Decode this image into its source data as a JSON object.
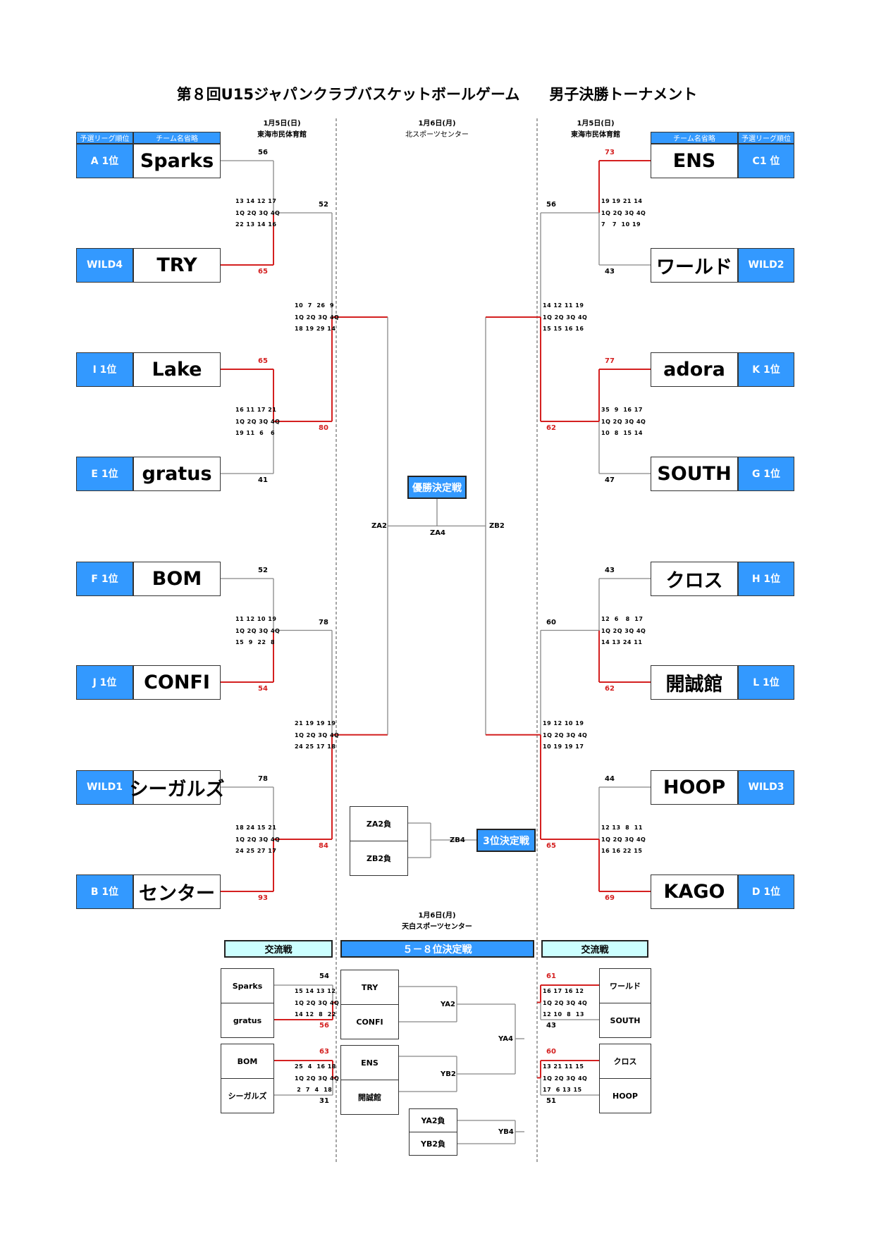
{
  "title": "第８回U15ジャパンクラブバスケットボールゲーム　　男子決勝トーナメント",
  "venues": {
    "left": {
      "date": "1月5日(日)",
      "place": "東海市民体育館"
    },
    "center": {
      "date": "1月6日(月)",
      "place": "北スポーツセンター"
    },
    "right": {
      "date": "1月5日(日)",
      "place": "東海市民体育館"
    },
    "bottom": {
      "date": "1月6日(月)",
      "place": "天白スポーツセンター"
    }
  },
  "column_headers": {
    "rank": "予選リーグ順位",
    "team": "チーム名省略"
  },
  "quarter_labels": "1Q 2Q 3Q 4Q",
  "left_teams": [
    {
      "rank": "A 1位",
      "name": "Sparks"
    },
    {
      "rank": "WILD4",
      "name": "TRY"
    },
    {
      "rank": "I 1位",
      "name": "Lake"
    },
    {
      "rank": "E 1位",
      "name": "gratus"
    },
    {
      "rank": "F 1位",
      "name": "BOM"
    },
    {
      "rank": "J 1位",
      "name": "CONFI"
    },
    {
      "rank": "WILD1",
      "name": "シーガルズ"
    },
    {
      "rank": "B 1位",
      "name": "センター"
    }
  ],
  "right_teams": [
    {
      "rank": "C1 位",
      "name": "ENS"
    },
    {
      "rank": "WILD2",
      "name": "ワールド"
    },
    {
      "rank": "K 1位",
      "name": "adora"
    },
    {
      "rank": "G 1位",
      "name": "SOUTH"
    },
    {
      "rank": "H 1位",
      "name": "クロス"
    },
    {
      "rank": "L 1位",
      "name": "開誠館"
    },
    {
      "rank": "WILD3",
      "name": "HOOP"
    },
    {
      "rank": "D 1位",
      "name": "KAGO"
    }
  ],
  "left_r1": [
    {
      "top_score": "56",
      "bottom_score": "65",
      "winner": "bottom",
      "top_q": "13 14 12 17",
      "bottom_q": "22 13 14 16"
    },
    {
      "top_score": "65",
      "bottom_score": "41",
      "winner": "top",
      "top_q": "16 11 17 21",
      "bottom_q": "19 11  6   6"
    },
    {
      "top_score": "52",
      "bottom_score": "54",
      "winner": "bottom",
      "top_q": "11 12 10 19",
      "bottom_q": "15  9  22  8"
    },
    {
      "top_score": "78",
      "bottom_score": "93",
      "winner": "bottom",
      "top_q": "18 24 15 21",
      "bottom_q": "24 25 27 17"
    }
  ],
  "left_r2": [
    {
      "top_score": "52",
      "bottom_score": "80",
      "winner": "bottom",
      "top_q": "10  7  26  9",
      "bottom_q": "18 19 29 14"
    },
    {
      "top_score": "78",
      "bottom_score": "84",
      "winner": "bottom",
      "top_q": "21 19 19 19",
      "bottom_q": "24 25 17 18"
    }
  ],
  "right_r1": [
    {
      "top_score": "73",
      "bottom_score": "43",
      "winner": "top",
      "top_q": "19 19 21 14",
      "bottom_q": "7   7  10 19"
    },
    {
      "top_score": "77",
      "bottom_score": "47",
      "winner": "top",
      "top_q": "35  9  16 17",
      "bottom_q": "10  8  15 14"
    },
    {
      "top_score": "43",
      "bottom_score": "62",
      "winner": "bottom",
      "top_q": "12  6   8  17",
      "bottom_q": "14 13 24 11"
    },
    {
      "top_score": "44",
      "bottom_score": "69",
      "winner": "bottom",
      "top_q": "12 13  8  11",
      "bottom_q": "16 16 22 15"
    }
  ],
  "right_r2": [
    {
      "top_score": "56",
      "bottom_score": "62",
      "winner": "bottom",
      "top_q": "14 12 11 19",
      "bottom_q": "15 15 16 16"
    },
    {
      "top_score": "60",
      "bottom_score": "65",
      "winner": "bottom",
      "top_q": "19 12 10 19",
      "bottom_q": "10 19 19 17"
    }
  ],
  "final": {
    "label": "優勝決定戦",
    "left_code": "ZA2",
    "center_code": "ZA4",
    "right_code": "ZB2"
  },
  "third_place": {
    "label": "3位決定戦",
    "top": "ZA2負",
    "bottom": "ZB2負",
    "code": "ZB4"
  },
  "placement": {
    "header": "５－８位決定戦",
    "teams": [
      "TRY",
      "CONFI",
      "ENS",
      "開誠館"
    ],
    "codes": {
      "ya2": "YA2",
      "yb2": "YB2",
      "ya4": "YA4",
      "yb4": "YB4"
    },
    "losers": [
      "YA2負",
      "YB2負"
    ]
  },
  "exchange_left": {
    "header": "交流戦",
    "games": [
      {
        "top": "Sparks",
        "bottom": "gratus",
        "top_score": "54",
        "bottom_score": "56",
        "winner": "bottom",
        "top_q": "15 14 13 12",
        "bottom_q": "14 12  8  22"
      },
      {
        "top": "BOM",
        "bottom": "シーガルズ",
        "top_score": "63",
        "bottom_score": "31",
        "winner": "top",
        "top_q": "25  4  16 18",
        "bottom_q": " 2  7  4  18"
      }
    ]
  },
  "exchange_right": {
    "header": "交流戦",
    "games": [
      {
        "top": "ワールド",
        "bottom": "SOUTH",
        "top_score": "61",
        "bottom_score": "43",
        "winner": "top",
        "top_q": "16 17 16 12",
        "bottom_q": "12 10  8  13"
      },
      {
        "top": "クロス",
        "bottom": "HOOP",
        "top_score": "60",
        "bottom_score": "51",
        "winner": "top",
        "top_q": "13 21 11 15",
        "bottom_q": "17  6 13 15"
      }
    ]
  },
  "colors": {
    "accent": "#3399ff",
    "winner": "#d42020",
    "line": "#888888",
    "cyan": "#ccffff"
  }
}
